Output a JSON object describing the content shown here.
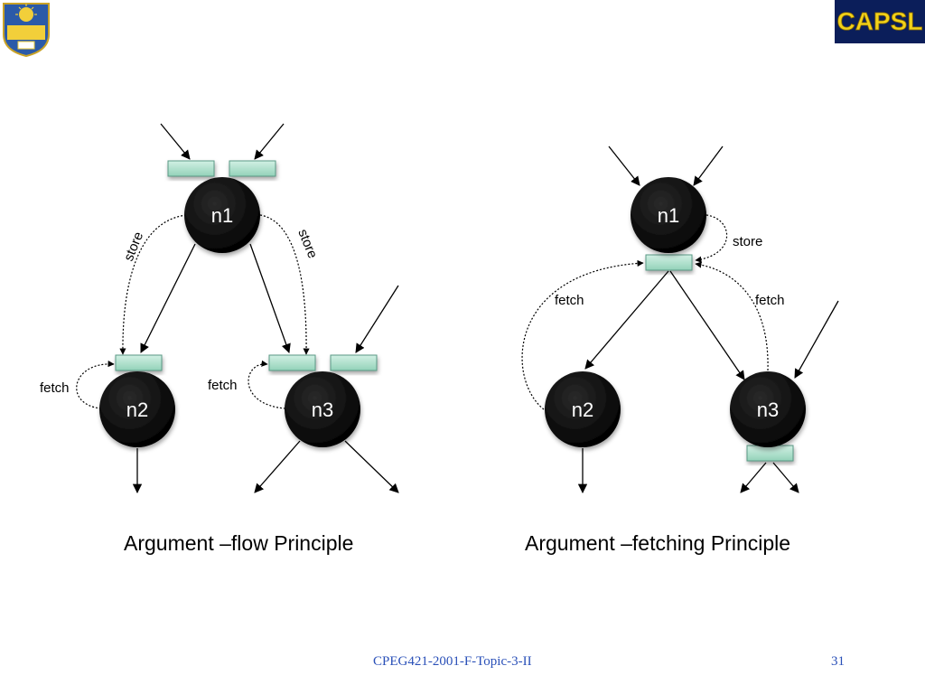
{
  "logos": {
    "left": {
      "icon": "university-of-delaware-seal-icon"
    },
    "right": {
      "text": "CAPSL",
      "icon": "capsl-logo-icon"
    }
  },
  "diagrams": {
    "flow": {
      "caption": "Argument –flow Principle",
      "nodes": {
        "n1": "n1",
        "n2": "n2",
        "n3": "n3"
      },
      "labels": {
        "store_left": "store",
        "store_right": "store",
        "fetch_n2": "fetch",
        "fetch_n3": "fetch"
      }
    },
    "fetching": {
      "caption": "Argument –fetching Principle",
      "nodes": {
        "n1": "n1",
        "n2": "n2",
        "n3": "n3"
      },
      "labels": {
        "store": "store",
        "fetch_left": "fetch",
        "fetch_right": "fetch"
      }
    }
  },
  "footer": {
    "course": "CPEG421-2001-F-Topic-3-II",
    "page": "31"
  },
  "colors": {
    "node_fill": "#000000",
    "slot_fill": "#aee0cc",
    "slot_stroke": "#5a9a86",
    "footer_text": "#2a50b8",
    "capsl_bg": "#0b1e5a",
    "capsl_text": "#f2d21a"
  }
}
